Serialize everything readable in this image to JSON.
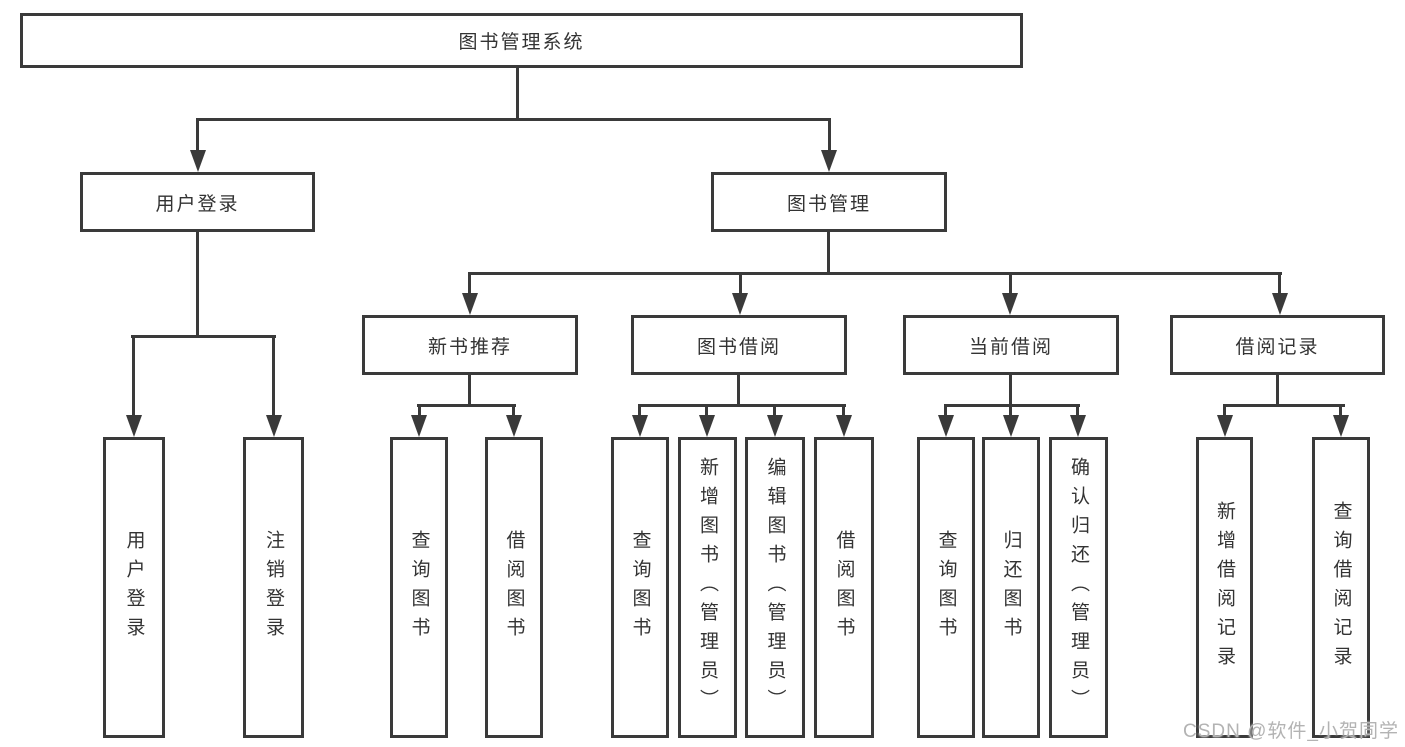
{
  "colors": {
    "line": "#3a3a3a",
    "text": "#333333",
    "watermark_text": "#b3b3b3",
    "background": "#ffffff"
  },
  "watermark": "CSDN @软件_小贺同学",
  "diagram": {
    "root": "图书管理系统",
    "branches": [
      {
        "label": "用户登录",
        "leaves": [
          "用户登录",
          "注销登录"
        ]
      },
      {
        "label": "图书管理",
        "groups": [
          {
            "label": "新书推荐",
            "leaves": [
              "查询图书",
              "借阅图书"
            ]
          },
          {
            "label": "图书借阅",
            "leaves": [
              "查询图书",
              "新增图书（管理员）",
              "编辑图书（管理员）",
              "借阅图书"
            ]
          },
          {
            "label": "当前借阅",
            "leaves": [
              "查询图书",
              "归还图书",
              "确认归还（管理员）"
            ]
          },
          {
            "label": "借阅记录",
            "leaves": [
              "新增借阅记录",
              "查询借阅记录"
            ]
          }
        ]
      }
    ]
  }
}
